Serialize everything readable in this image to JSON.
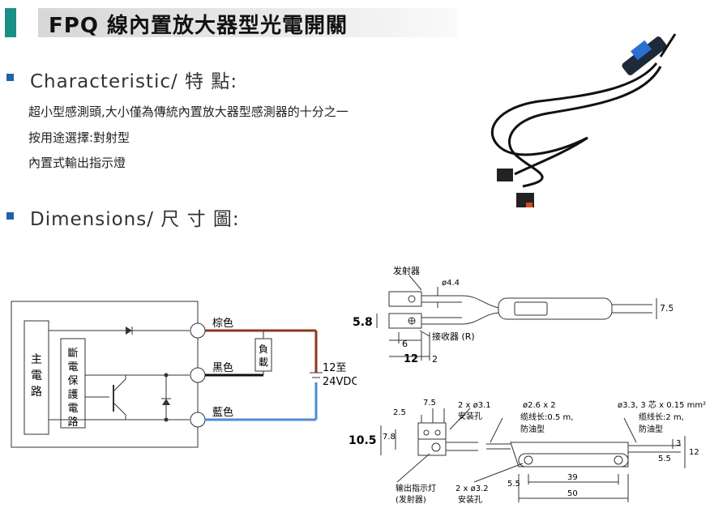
{
  "header": {
    "title": "FPQ 線內置放大器型光電開關"
  },
  "characteristic": {
    "heading": "Characteristic/ 特 點:",
    "lines": [
      "超小型感測頭,大小僅為傳統內置放大器型感測器的十分之一",
      "按用途選擇:對射型",
      "內置式輸出指示燈"
    ]
  },
  "dimensions": {
    "heading": "Dimensions/ 尺 寸 圖:"
  },
  "circuit": {
    "main_circuit": [
      "主",
      "電",
      "路"
    ],
    "protection_circuit": [
      "斷",
      "電",
      "保",
      "護",
      "電",
      "路"
    ],
    "load": [
      "負",
      "載"
    ],
    "brown": "棕色",
    "black": "黑色",
    "blue": "藍色",
    "supply_1": "12至",
    "supply_2": "24VDC",
    "color_brown": "#8b3a1e",
    "color_black": "#111111",
    "color_blue": "#4a8fce"
  },
  "top_drawing": {
    "emitter": "发射器",
    "dia": "ø4.4",
    "h58": "5.8",
    "d6": "6",
    "d12": "12",
    "d2": "2",
    "receiver": "接收器 (R)",
    "d75": "7.5"
  },
  "bottom_drawing": {
    "d25": "2.5",
    "d75": "7.5",
    "holes1": "2 x ø3.1",
    "holes1_label": "安装孔",
    "d78": "7.8",
    "d105": "10.5",
    "cable1_a": "ø2.6 x 2",
    "cable1_b": "缆线长:0.5 m,",
    "cable1_c": "防油型",
    "cable2_a": "ø3.3, 3 芯 x 0.15 mm²",
    "cable2_b": "缆线长:2 m,",
    "cable2_c": "防油型",
    "d3": "3",
    "d12": "12",
    "d55r": "5.5",
    "indicator_a": "输出指示灯",
    "indicator_b": "(发射器)",
    "holes2": "2 x ø3.2",
    "holes2_label": "安装孔",
    "d55": "5.5",
    "d39": "39",
    "d50": "50"
  }
}
